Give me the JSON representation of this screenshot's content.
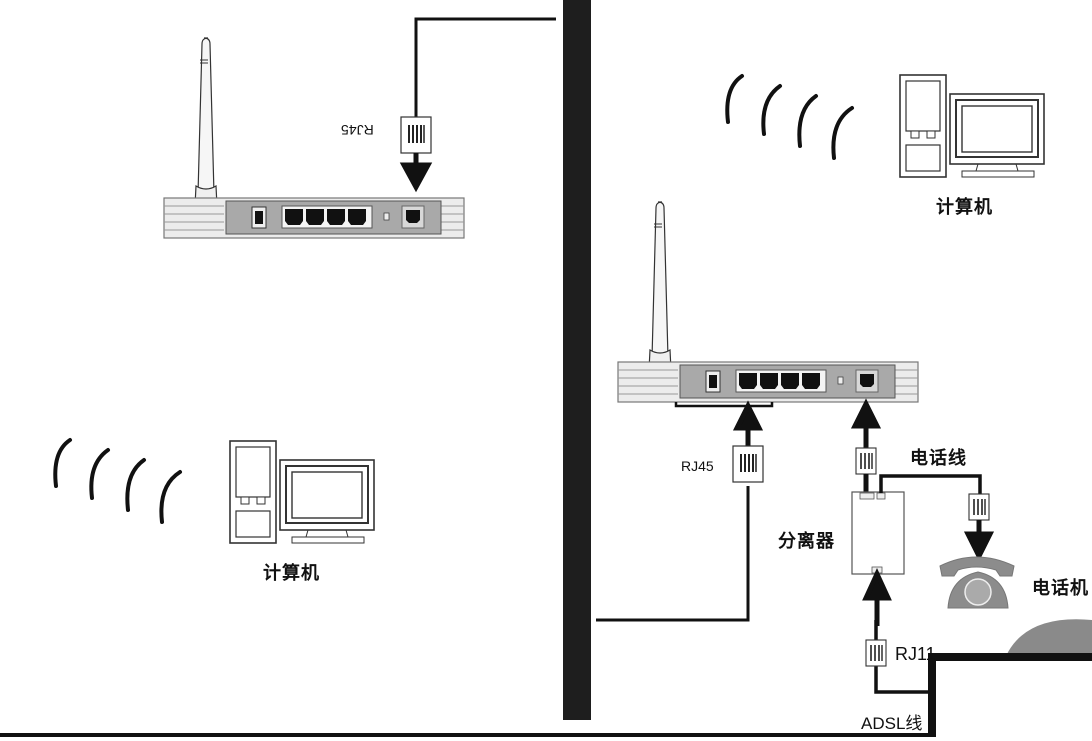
{
  "diagram": {
    "title": "Wireless router connection diagram",
    "colors": {
      "ink": "#111111",
      "divider": "#1e1e1e",
      "router_body": "#e6e6e6",
      "router_panel": "#a9a9a9",
      "phone": "#8c8c8c"
    },
    "left_panel": {
      "cable_label": "RJ45",
      "computer_label": "计算机"
    },
    "right_panel": {
      "computer_label": "计算机",
      "rj45_label": "RJ45",
      "splitter_label": "分离器",
      "phone_line_label": "电话线",
      "phone_label": "电话机",
      "rj11_label": "RJ11",
      "adsl_label": "ADSL线"
    },
    "icons": [
      "router-icon",
      "antenna-icon",
      "computer-icon",
      "wifi-waves-icon",
      "telephone-icon",
      "connector-icon",
      "splitter-icon",
      "modem-icon"
    ]
  }
}
